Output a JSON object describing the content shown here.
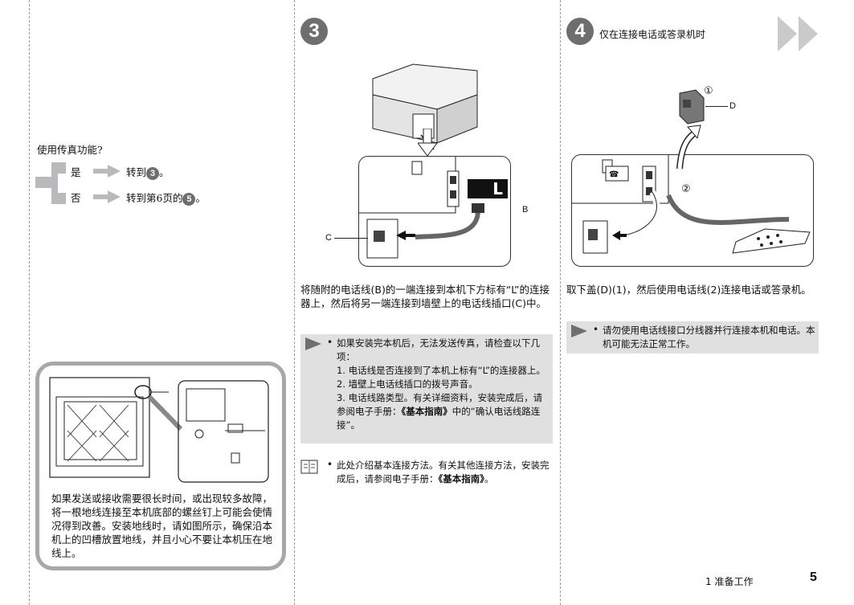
{
  "left": {
    "question": "使用传真功能?",
    "yes_label": "是",
    "yes_goto_prefix": "转到",
    "yes_goto_step": "3",
    "yes_goto_suffix": "。",
    "no_label": "否",
    "no_goto_prefix": "转到第6页的",
    "no_goto_step": "5",
    "no_goto_suffix": "。",
    "ground_text": "如果发送或接收需要很长时间，或出现较多故障，将一根地线连接至本机底部的螺丝钉上可能会使情况得到改善。安装地线时，请如图所示，确保沿本机上的凹槽放置地线，并且小心不要让本机压在地线上。"
  },
  "middle": {
    "step_number": "3",
    "label_b": "B",
    "label_c": "C",
    "label_l": "L",
    "instruction": "将随附的电话线(B)的一端连接到本机下方标有“L”的连接器上，然后将另一端连接到墙壁上的电话线插口(C)中。",
    "note_intro": "如果安装完本机后，无法发送传真，请检查以下几项：",
    "note_item1": "1. 电话线是否连接到了本机上标有“L”的连接器上。",
    "note_item2": "2. 墙壁上电话线插口的拨号声音。",
    "note_item3_pre": "3. 电话线路类型。有关详细资料，安装完成后，请参阅电子手册：",
    "note_item3_book": "《基本指南》",
    "note_item3_post": "中的“确认电话线路连接”。",
    "book_note_pre": "此处介绍基本连接方法。有关其他连接方法，安装完成后，请参阅电子手册：",
    "book_note_book": "《基本指南》",
    "book_note_post": "。"
  },
  "right": {
    "step_number": "4",
    "step_title": "仅在连接电话或答录机时",
    "label_d": "D",
    "label_1": "①",
    "label_2": "②",
    "instruction": "取下盖(D)(1)，然后使用电话线(2)连接电话或答录机。",
    "note": "请勿使用电话线接口分线器并行连接本机和电话。本机可能无法正常工作。"
  },
  "footer": {
    "section": "1 准备工作",
    "page_number": "5"
  }
}
